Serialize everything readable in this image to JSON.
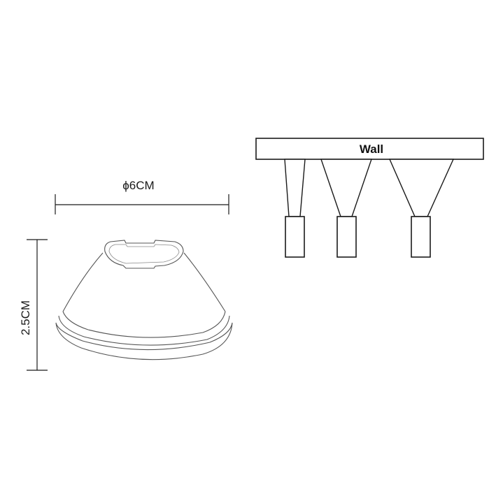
{
  "dimensions": {
    "diameter_label": "ϕ6CM",
    "height_label": "2.5CM"
  },
  "wall": {
    "label": "Wall"
  },
  "colors": {
    "line": "#1a1a1a",
    "wall_fill": "#ffffff"
  }
}
